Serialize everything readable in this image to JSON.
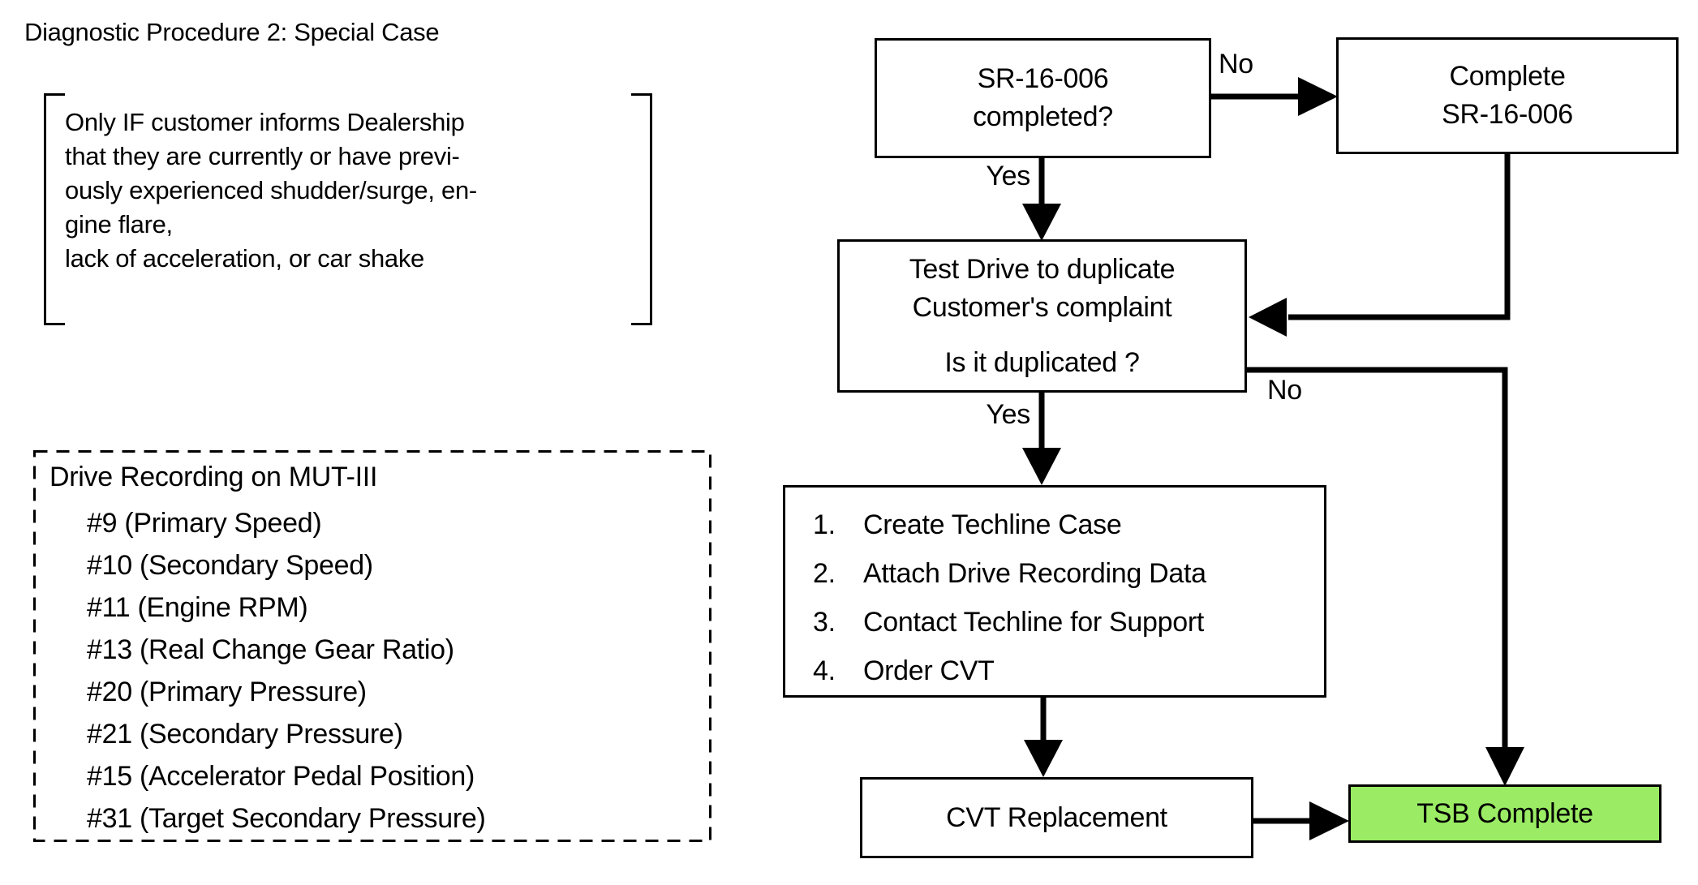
{
  "page_title": "Diagnostic Procedure 2: Special Case",
  "condition_note": {
    "lines": [
      "Only IF customer informs Dealership",
      "that they are currently or have previ-",
      "ously experienced shudder/surge, en-",
      "gine flare,",
      "lack of acceleration, or car shake"
    ]
  },
  "drive_recording": {
    "title": "Drive Recording on MUT-III",
    "items": [
      "#9 (Primary Speed)",
      "#10 (Secondary Speed)",
      "#11 (Engine RPM)",
      "#13 (Real Change Gear Ratio)",
      "#20 (Primary Pressure)",
      "#21 (Secondary Pressure)",
      "#15 (Accelerator Pedal Position)",
      "#31 (Target Secondary Pressure)"
    ]
  },
  "flowchart": {
    "nodes": {
      "sr_check": {
        "line1": "SR-16-006",
        "line2": "completed?"
      },
      "complete_sr": {
        "line1": "Complete",
        "line2": "SR-16-006"
      },
      "test_drive": {
        "line1": "Test Drive to duplicate",
        "line2": "Customer's complaint",
        "question": "Is it duplicated ?"
      },
      "steps": {
        "items": [
          {
            "num": "1.",
            "text": "Create Techline Case"
          },
          {
            "num": "2.",
            "text": "Attach Drive Recording Data"
          },
          {
            "num": "3.",
            "text": "Contact Techline for Support"
          },
          {
            "num": "4.",
            "text": "Order CVT"
          }
        ]
      },
      "cvt_replacement": {
        "label": "CVT Replacement"
      },
      "tsb_complete": {
        "label": "TSB Complete",
        "fill_color": "#9BEC64"
      }
    },
    "edge_labels": {
      "sr_no": "No",
      "sr_yes": "Yes",
      "duplicated_yes": "Yes",
      "duplicated_no": "No"
    }
  },
  "colors": {
    "line": "#000000",
    "background": "#FFFFFF"
  }
}
